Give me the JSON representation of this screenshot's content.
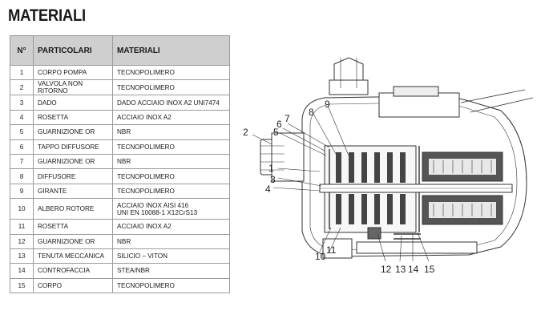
{
  "title": "MATERIALI",
  "table": {
    "headers": [
      "N°",
      "PARTICOLARI",
      "MATERIALI"
    ],
    "rows": [
      {
        "n": "1",
        "part": "CORPO POMPA",
        "material": [
          "TECNOPOLIMERO"
        ]
      },
      {
        "n": "2",
        "part": "VALVOLA NON RITORNO",
        "material": [
          "TECNOPOLIMERO"
        ]
      },
      {
        "n": "3",
        "part": "DADO",
        "material": [
          "DADO ACCIAIO INOX A2 UNI7474"
        ]
      },
      {
        "n": "4",
        "part": "ROSETTA",
        "material": [
          "ACCIAIO INOX A2"
        ]
      },
      {
        "n": "5",
        "part": "GUARNIZIONE OR",
        "material": [
          "NBR"
        ]
      },
      {
        "n": "6",
        "part": "TAPPO DIFFUSORE",
        "material": [
          "TECNOPOLIMERO"
        ]
      },
      {
        "n": "7",
        "part": "GUARNIZIONE OR",
        "material": [
          "NBR"
        ]
      },
      {
        "n": "8",
        "part": "DIFFUSORE",
        "material": [
          "TECNOPOLIMERO"
        ]
      },
      {
        "n": "9",
        "part": "GIRANTE",
        "material": [
          "TECNOPOLIMERO"
        ]
      },
      {
        "n": "10",
        "part": "ALBERO ROTORE",
        "material": [
          "ACCIAIO INOX AISI 416",
          "UNI EN 10088-1 X12CrS13"
        ]
      },
      {
        "n": "11",
        "part": "ROSETTA",
        "material": [
          "ACCIAIO INOX A2"
        ]
      },
      {
        "n": "12",
        "part": "GUARNIZIONE OR",
        "material": [
          "NBR"
        ]
      },
      {
        "n": "13",
        "part": "TENUTA MECCANICA",
        "material": [
          "SILICIO – VITON"
        ]
      },
      {
        "n": "14",
        "part": "CONTROFACCIA",
        "material": [
          "STEA/NBR"
        ]
      },
      {
        "n": "15",
        "part": "CORPO",
        "material": [
          "TECNOPOLIMERO"
        ]
      }
    ]
  },
  "drawing": {
    "callouts": [
      "2",
      "6",
      "7",
      "5",
      "8",
      "9",
      "1",
      "3",
      "4",
      "10",
      "11",
      "12",
      "13",
      "14",
      "15"
    ]
  }
}
